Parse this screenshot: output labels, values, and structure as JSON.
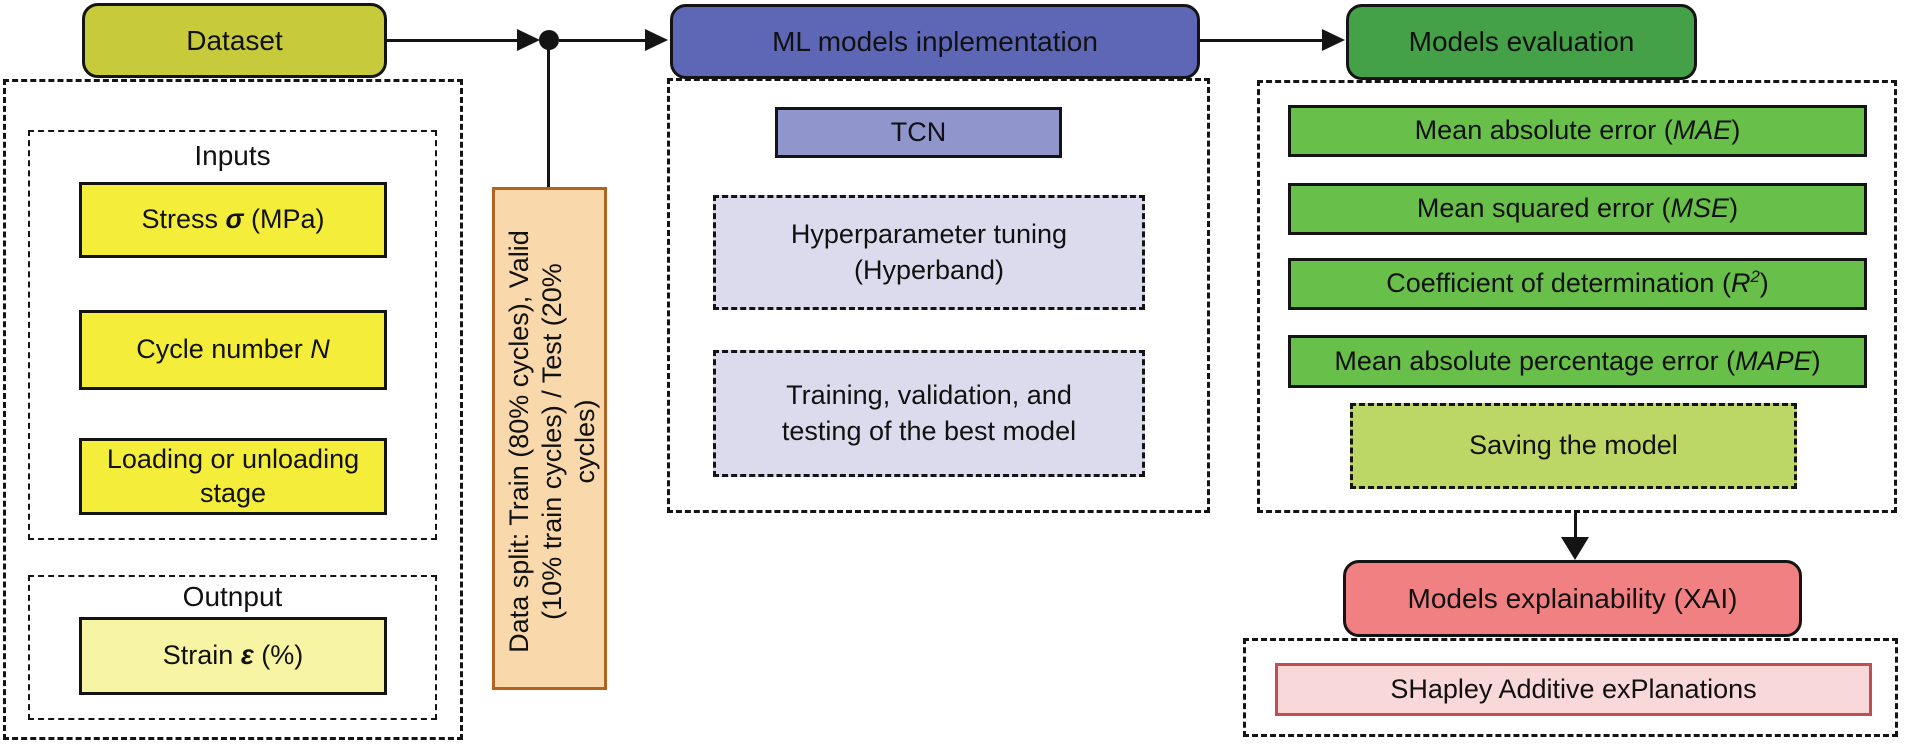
{
  "colors": {
    "olive": "#c6ca3b",
    "yellow": "#f4ee3b",
    "pale_yellow": "#f7f4a3",
    "orange_fill": "#f9d8ab",
    "orange_border": "#b2631f",
    "blue": "#5e67b5",
    "purple": "#9095cb",
    "lavender": "#dcdbed",
    "dark_green": "#45a147",
    "green": "#68c04a",
    "light_green": "#bcd765",
    "salmon": "#f08081",
    "pink_fill": "#f8d8d8",
    "pink_border": "#c0504d"
  },
  "dataset": {
    "title": "Dataset",
    "inputs_label": "Inputs",
    "stress": {
      "pre": "Stress ",
      "sym": "σ",
      "post": " (MPa)"
    },
    "cycle": {
      "pre": "Cycle number ",
      "sym": "N",
      "post": ""
    },
    "loading": "Loading or unloading stage",
    "output_label": "Outnput",
    "strain": {
      "pre": "Strain ",
      "sym": "ε",
      "post": " (%)"
    }
  },
  "data_split": {
    "line1": "Data split: Train (80% cycles), Valid",
    "line2": "(10% train cycles) / Test (20%",
    "line3": "cycles)"
  },
  "ml": {
    "title": "ML models inplementation",
    "tcn": "TCN",
    "hyper": {
      "line1": "Hyperparameter tuning",
      "line2": "(Hyperband)"
    },
    "training": {
      "line1": "Training, validation, and",
      "line2": "testing of the best model"
    }
  },
  "evaluation": {
    "title": "Models evaluation",
    "metrics": [
      {
        "pre": "Mean absolute error (",
        "abbr": "MAE",
        "post": ")"
      },
      {
        "pre": "Mean squared error (",
        "abbr": "MSE",
        "post": ")"
      },
      {
        "pre": "Coefficient of determination (",
        "abbr": "R",
        "sup": "2",
        "post": ")"
      },
      {
        "pre": "Mean absolute percentage error (",
        "abbr": "MAPE",
        "post": ")"
      }
    ],
    "saving": "Saving the model"
  },
  "xai": {
    "title": "Models explainability (XAI)",
    "shap": "SHapley Additive exPlanations"
  }
}
